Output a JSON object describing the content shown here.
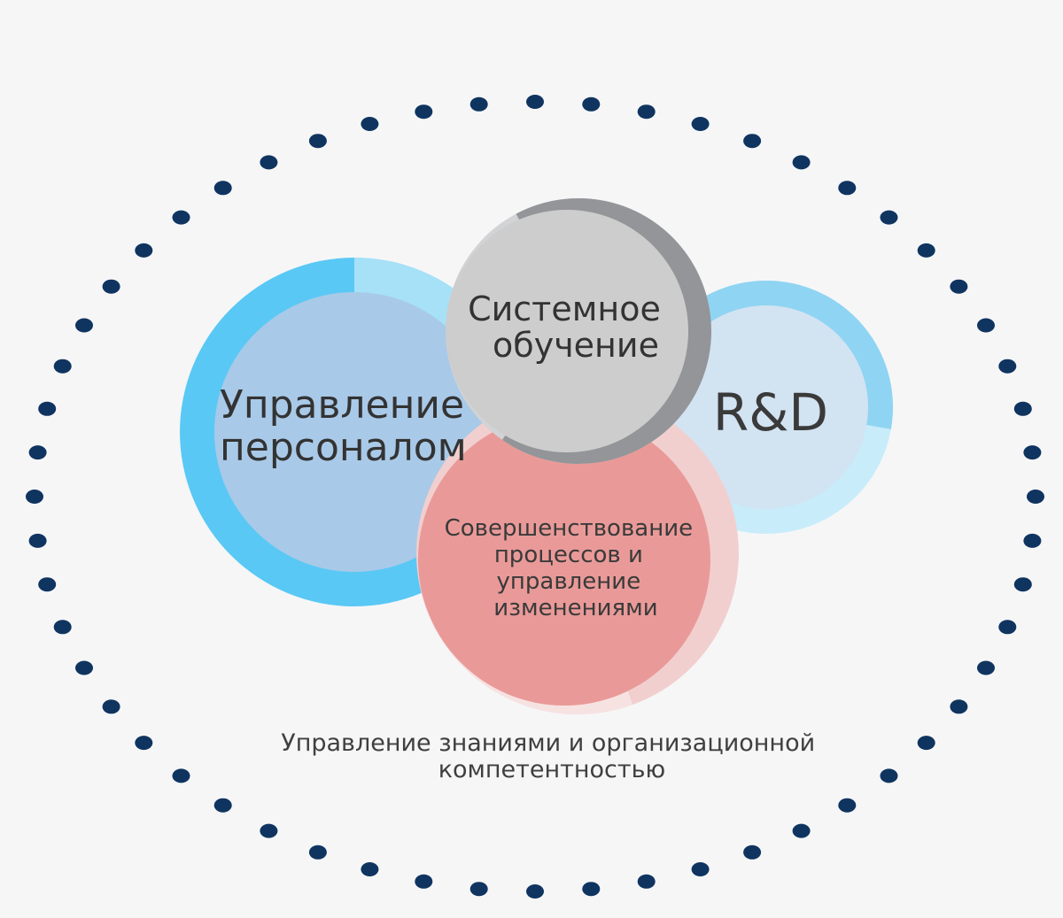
{
  "circles": {
    "hr": {
      "lines": [
        "Управление",
        "персоналом"
      ],
      "ring_color": "#5ac8f5",
      "ring_light_color": "#a6e1f7",
      "fill_color": "#a9c9e8",
      "text_color": "#333333"
    },
    "rd": {
      "lines": [
        "R&D"
      ],
      "ring_color": "#8fd4f3",
      "ring_light_color": "#c8ecfa",
      "fill_color": "#d2e3f2",
      "text_color": "#3a3a3a"
    },
    "learning": {
      "lines": [
        "Системное",
        "обучение"
      ],
      "ring_color": "#939598",
      "ring_light_color": "#d2d3d5",
      "fill_color": "#cdcdcd",
      "text_color": "#333333"
    },
    "process": {
      "lines": [
        "Совершенствование",
        "процессов и",
        "управление",
        "изменениями"
      ],
      "ring_color": "#f2cfcf",
      "ring_light_color": "#f7e2e2",
      "fill_color": "#e99a98",
      "text_color": "#3a3a3a"
    }
  },
  "footer_caption": {
    "lines": [
      "Управление знаниями и организационной",
      "компетентностью"
    ],
    "text_color": "#3f3f3f"
  },
  "dot_color": "#0f3460"
}
